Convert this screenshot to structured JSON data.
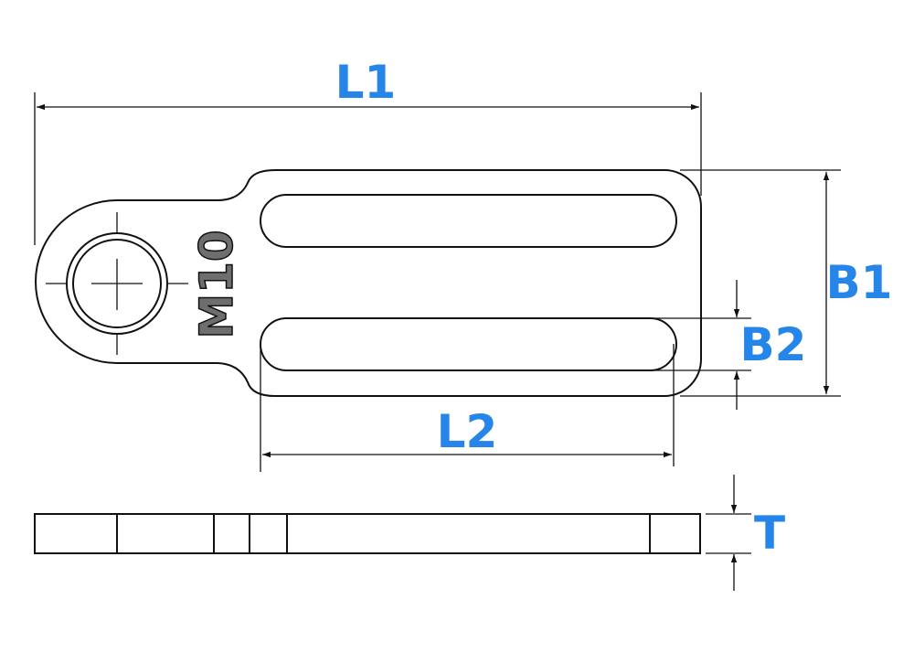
{
  "colors": {
    "outline": "#111111",
    "dimension_label": "#2585e8",
    "part_mark_fill": "#6e6e6e"
  },
  "part_mark": "M10",
  "dimensions": {
    "overall_length": "L1",
    "slot_length": "L2",
    "overall_width": "B1",
    "slot_width": "B2",
    "thickness": "T"
  }
}
